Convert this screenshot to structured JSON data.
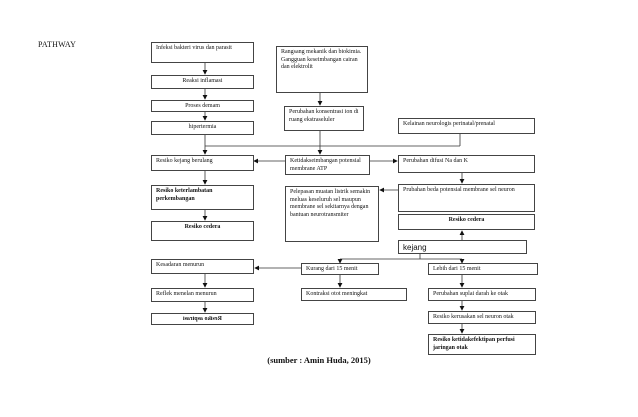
{
  "title": "PATHWAY",
  "nodes": {
    "infeksi": "Infeksi bakteri virus dan parasit",
    "reaksi_inflamasi": "Reaksi inflamasi",
    "proses_demam": "Proses demam",
    "hipertermia": "hipertermia",
    "rangsang": "Rangsang mekanik dan biokimia. Gangguan keseimbangan cairan dan elektrolit",
    "perubahan_konsentrasi": "Perubahan konsentrasi ion di ruang ekstraseluler",
    "kelainan_neurologis": "Kelainan neurologis perinatal/prenatal",
    "resiko_kejang_berulang": "Resiko kejang berulang",
    "ketidakseimbangan": "Ketidakseimbangan potensial membrane ATP",
    "perubahan_difusi": "Perubahan difusi Na dan K",
    "resiko_keterlambatan": "Resiko keterlambatan perkembangan",
    "pelepasan_muatan": "Pelepasan muatan listrik semakin meluas keseluruh sel maupun membrane sel sekitarnya dengan bantuan neurotransmiter",
    "perubahan_beda_potensial": "Prubahan beda potensial membrane sel neuron",
    "resiko_cedera_left": "Resiko cedera",
    "resiko_cedera_right": "Resiko cedera",
    "kejang": "kejang",
    "kesadaran_menurun": "Kesadaran menurun",
    "kurang_15": "Kurang  dari 15 menit",
    "lebih_15": "Lebih dari 15 menit",
    "reflek_menelan": "Reflek menelan menurun",
    "kontraksi_otot": "Kontraksi otot meningkat",
    "perubahan_suplai": "Perubahan suplai darah ke otak",
    "resiko_aspirasi": "Resiko aspirasi",
    "resiko_kerusakan": "Resiko kerusakan sel neuron otak",
    "resiko_ketidakefektifan": "Resiko ketidakefektipan perfusi jaringan otak"
  },
  "source": "(sumber : Amin Huda, 2015)"
}
